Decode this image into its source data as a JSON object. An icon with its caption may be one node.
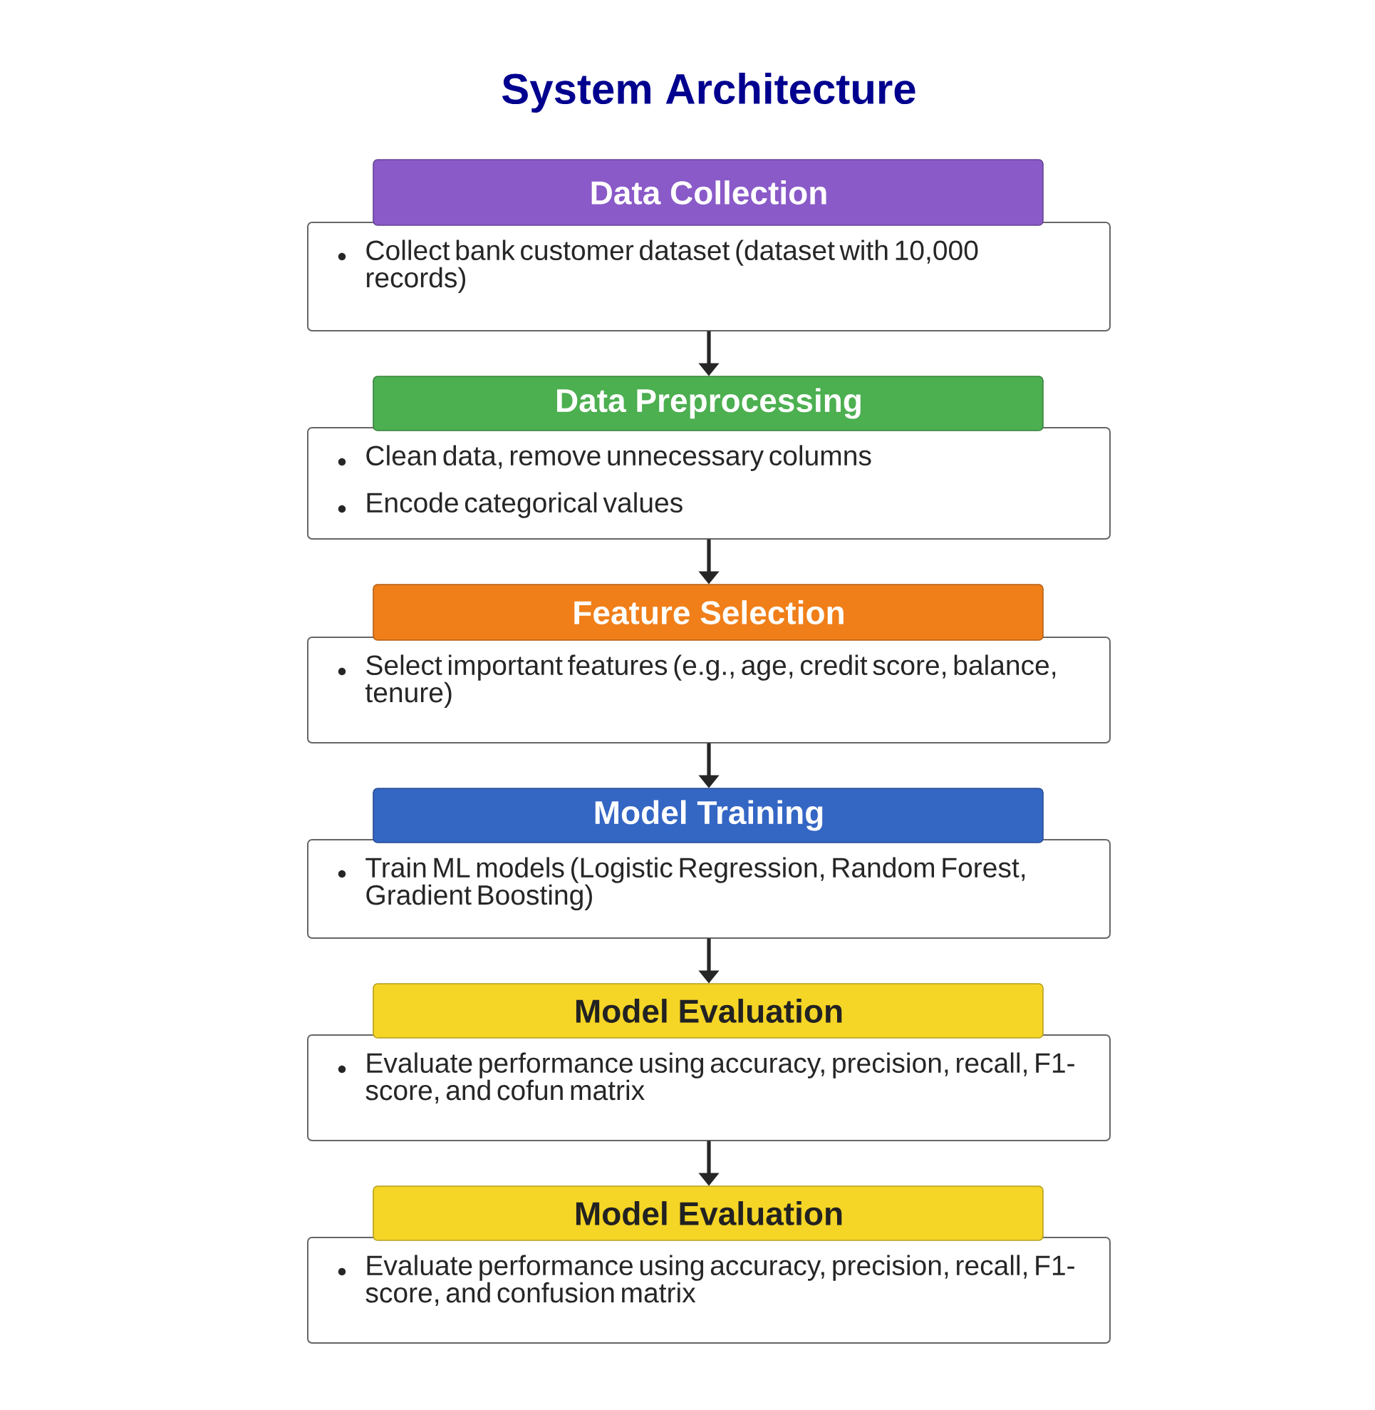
{
  "diagram": {
    "title": "System Architecture",
    "nodes": [
      {
        "text": [
          "Data Collection",
          "Collect bank customer dataset (dataset with 10,000 records)"
        ]
      },
      {
        "text": [
          "Data Preprocessing",
          "Clean data, remove unnecessary columns",
          "Encode categorical values"
        ]
      },
      {
        "text": [
          "Feature Selection",
          "Select important features (e.g., age, credit score, balance, tenure)"
        ]
      },
      {
        "text": [
          "Model Training",
          "Train ML models (Logistic Regression, Random Forest, Gradient Boosting)"
        ]
      },
      {
        "text": [
          "Model Evaluation",
          "Evaluate performance using accuracy, precision, recall, F1-score, and cofun matrix"
        ]
      },
      {
        "text": [
          "Model Evaluation",
          "Evaluate performance using accuracy, precision, recall, F1-score, and confusion matrix"
        ]
      }
    ],
    "edges": [
      {
        "from": 0,
        "to": 1,
        "arrow": "to"
      },
      {
        "from": 1,
        "to": 2,
        "arrow": "to"
      },
      {
        "from": 2,
        "to": 3,
        "arrow": "to"
      },
      {
        "from": 3,
        "to": 4,
        "arrow": "to"
      },
      {
        "from": 4,
        "to": 5,
        "arrow": "to"
      }
    ]
  }
}
